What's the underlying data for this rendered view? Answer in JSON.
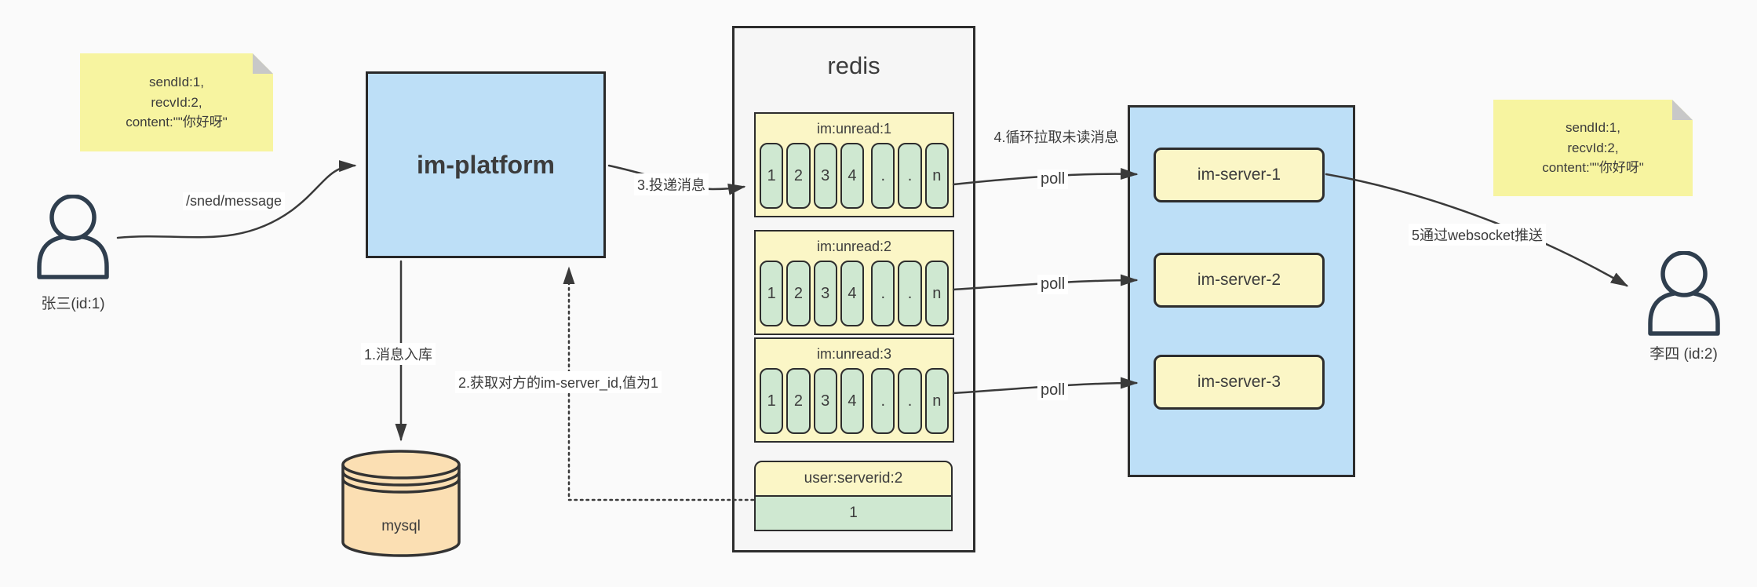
{
  "colors": {
    "background": "#fafafa",
    "note_yellow": "#f7f4a0",
    "platform_blue": "#bddff7",
    "queue_yellow": "#fbf6c6",
    "cell_green": "#cfe8d1",
    "mysql_tan": "#fbdfb3",
    "line_dark": "#3a3a3a"
  },
  "actors": {
    "sender": {
      "label": "张三(id:1)"
    },
    "receiver": {
      "label": "李四 (id:2)"
    }
  },
  "sticky_note": {
    "lines": [
      "sendId:1,",
      "recvId:2,",
      "content:\"\"你好呀\""
    ]
  },
  "platform": {
    "label": "im-platform"
  },
  "database": {
    "label": "mysql"
  },
  "redis": {
    "title": "redis",
    "queues": [
      {
        "name": "im:unread:1",
        "cells": [
          "1",
          "2",
          "3",
          "4",
          ".",
          ".",
          "n"
        ]
      },
      {
        "name": "im:unread:2",
        "cells": [
          "1",
          "2",
          "3",
          "4",
          ".",
          ".",
          "n"
        ]
      },
      {
        "name": "im:unread:3",
        "cells": [
          "1",
          "2",
          "3",
          "4",
          ".",
          ".",
          "n"
        ]
      }
    ],
    "kv": {
      "key": "user:serverid:2",
      "value": "1"
    }
  },
  "servers": [
    {
      "label": "im-server-1"
    },
    {
      "label": "im-server-2"
    },
    {
      "label": "im-server-3"
    }
  ],
  "edge_labels": {
    "send_message": "/sned/message",
    "step1": "1.消息入库",
    "step2": "2.获取对方的im-server_id,值为1",
    "step3": "3.投递消息",
    "step4": "4.循环拉取未读消息",
    "step5": "5通过websocket推送",
    "poll": "poll"
  }
}
